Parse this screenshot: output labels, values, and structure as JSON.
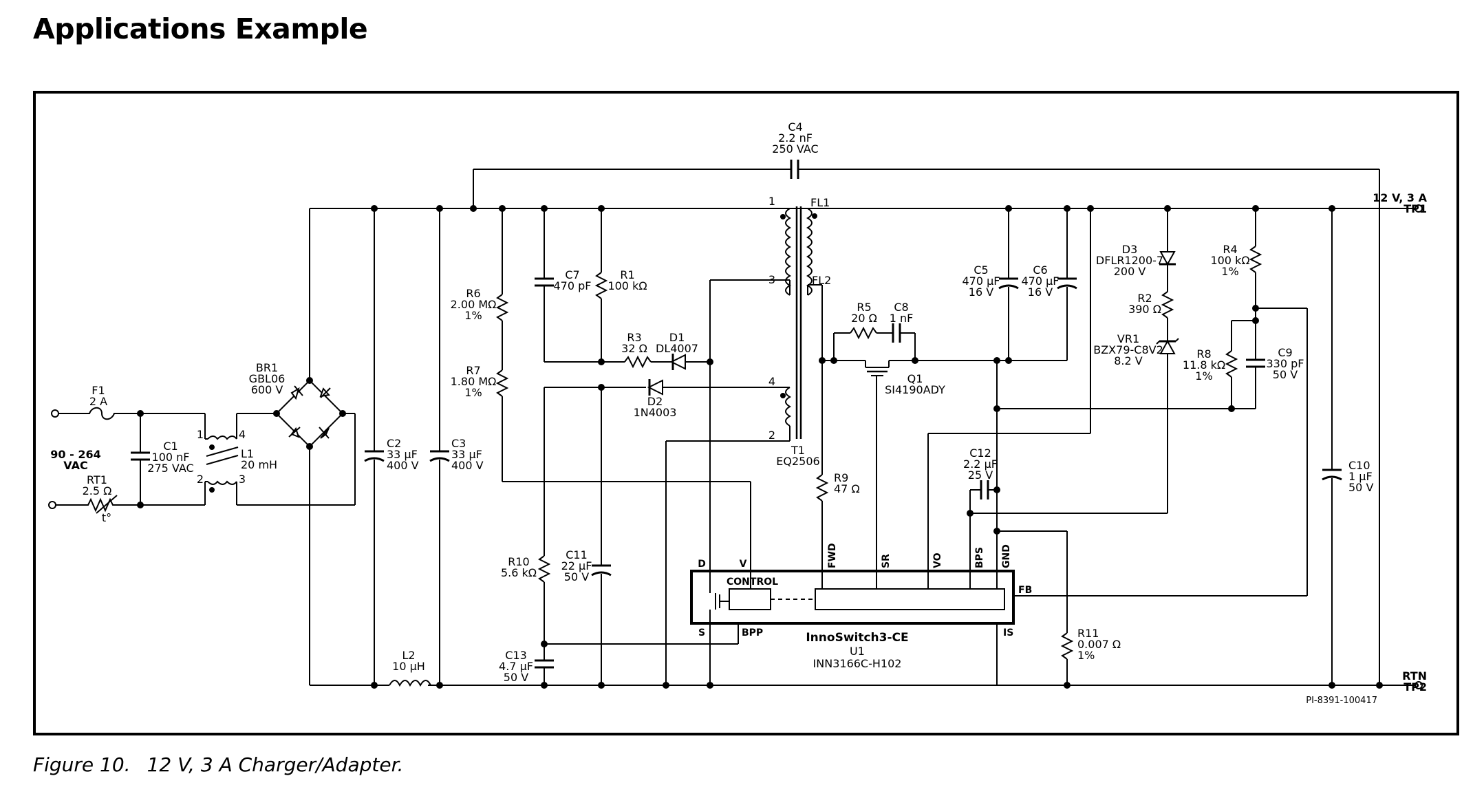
{
  "heading": "Applications Example",
  "caption": {
    "number": "Figure 10.",
    "text": "12 V, 3 A Charger/Adapter."
  },
  "terminals": {
    "input": "90 - 264\nVAC",
    "output_pos": "12 V, 3 A\nTP1",
    "output_rtn": "RTN\nTP2"
  },
  "drawing_number": "PI-8391-100417",
  "components": {
    "F1": "F1\n2 A",
    "RT1": "RT1\n2.5 Ω",
    "RT1_t": "t°",
    "C1": "C1\n100 nF\n275 VAC",
    "L1": "L1\n20 mH",
    "L1_pins": [
      "1",
      "2",
      "3",
      "4"
    ],
    "BR1": "BR1\nGBL06\n600 V",
    "C2": "C2\n33 µF\n400 V",
    "C3": "C3\n33 µF\n400 V",
    "L2": "L2\n10 µH",
    "R6": "R6\n2.00 MΩ\n1%",
    "R7": "R7\n1.80 MΩ\n1%",
    "C7": "C7\n470 pF",
    "R1": "R1\n100 kΩ",
    "R3": "R3\n32 Ω",
    "D1": "D1\nDL4007",
    "D2": "D2\n1N4003",
    "R10": "R10\n5.6 kΩ",
    "C11": "C11\n22 µF\n50 V",
    "C13": "C13\n4.7 µF\n50 V",
    "C4": "C4\n2.2 nF\n250 VAC",
    "T1": "T1\nEQ2506",
    "T1_pins": [
      "1",
      "3",
      "4",
      "2",
      "FL1",
      "FL2"
    ],
    "R5": "R5\n20 Ω",
    "C8": "C8\n1 nF",
    "Q1": "Q1\nSI4190ADY",
    "R9": "R9\n47 Ω",
    "C5": "C5\n470 µF\n16 V",
    "C6": "C6\n470 µF\n16 V",
    "C12": "C12\n2.2 µF\n25 V",
    "D3": "D3\nDFLR1200-7\n200 V",
    "R2": "R2\n390 Ω",
    "VR1": "VR1\nBZX79-C8V2\n8.2 V",
    "R4": "R4\n100 kΩ\n1%",
    "R8": "R8\n11.8 kΩ\n1%",
    "C9": "C9\n330 pF\n50 V",
    "C10": "C10\n1 µF\n50 V",
    "R11": "R11\n0.007 Ω\n1%"
  },
  "ic": {
    "control_label": "CONTROL",
    "name": "InnoSwitch3-CE",
    "ref": "U1",
    "part": "INN3166C-H102",
    "pins": {
      "D": "D",
      "V": "V",
      "S": "S",
      "BPP": "BPP",
      "FWD": "FWD",
      "SR": "SR",
      "VO": "VO",
      "BPS": "BPS",
      "GND": "GND",
      "FB": "FB",
      "IS": "IS"
    }
  }
}
